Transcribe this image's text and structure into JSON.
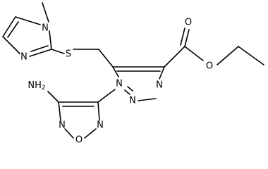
{
  "structure": {
    "atoms": {
      "n_methyl": "N",
      "n_imidazole": "N",
      "sulfur": "S",
      "o_carbonyl": "O",
      "o_ester": "O",
      "n1_triazole": "N",
      "n2_triazole": "N",
      "n3_triazole": "N",
      "amino": "NH",
      "amino_subscript": "2",
      "n_furazan_left": "N",
      "n_furazan_right": "N",
      "o_furazan": "O"
    }
  }
}
